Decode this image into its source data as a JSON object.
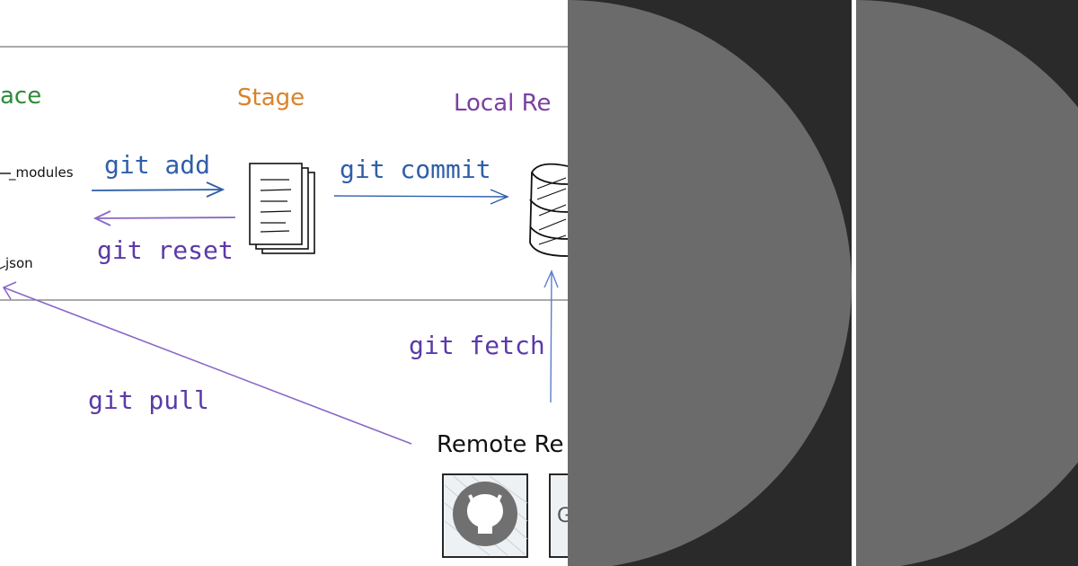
{
  "labels": {
    "workspace_partial": "ace",
    "stage": "Stage",
    "local_repo_partial": "Local Re",
    "remote_repo_partial": "Remote Re",
    "file_node_modules": "_modules",
    "file_json": "json",
    "git_add": "git add",
    "git_reset": "git reset",
    "git_commit": "git commit",
    "git_fetch": "git fetch",
    "git_pull": "git pull",
    "gitlab_partial": "G"
  },
  "colors": {
    "workspace": "#2e8b3a",
    "stage": "#d9822b",
    "local_repo": "#7b3fa0",
    "command_blue": "#2f5fa8",
    "command_purple": "#5b3aa8",
    "overlay_bg": "#2a2a2a",
    "overlay_circle": "#6b6b6b"
  },
  "icons": {
    "stage": "document-stack-icon",
    "local_repo": "database-icon",
    "remote_github": "github-icon"
  }
}
